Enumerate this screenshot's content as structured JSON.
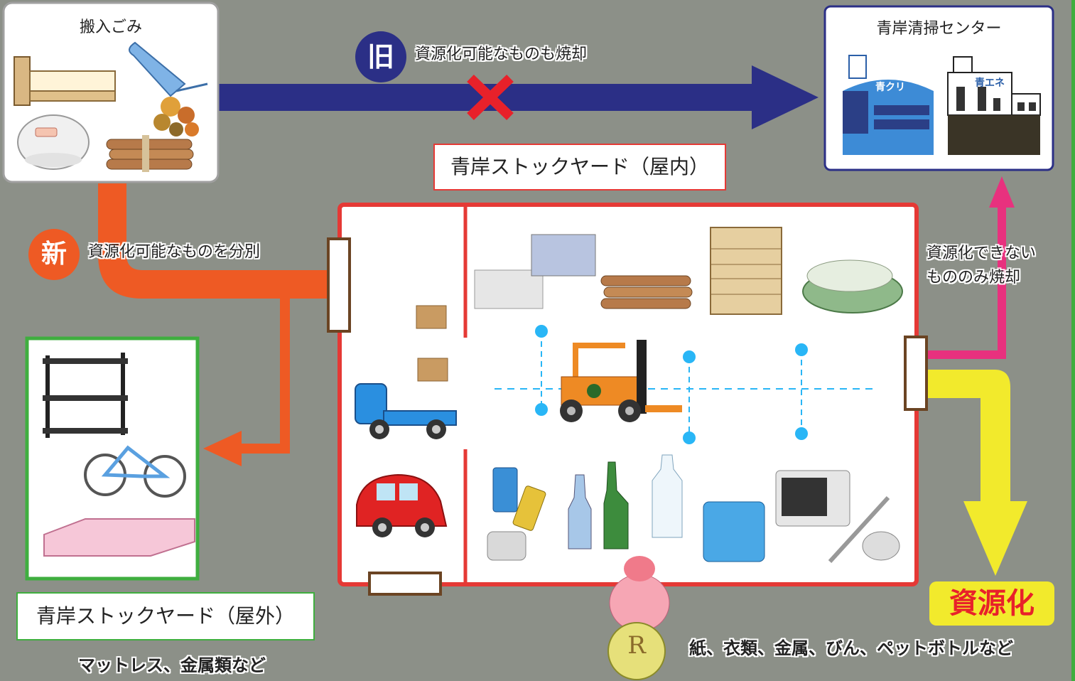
{
  "source_box": {
    "title": "搬入ごみ"
  },
  "center_box": {
    "title": "青岸清掃センター",
    "building1_label": "青クリ",
    "building2_label": "青エネ"
  },
  "old_route": {
    "badge": "旧",
    "text": "資源化可能なものも焼却"
  },
  "new_route": {
    "badge": "新",
    "text": "資源化可能なものを分別"
  },
  "indoor_yard": {
    "title": "青岸ストックヤード（屋内）"
  },
  "outdoor_yard": {
    "title": "青岸ストックヤード（屋外）",
    "caption": "マットレス、金属類など"
  },
  "incinerate_note": {
    "line1": "資源化できない",
    "line2": "もののみ焼却"
  },
  "recycle": {
    "label": "資源化",
    "caption": "紙、衣類、金属、びん、ペットボトルなど"
  },
  "mascot": {
    "badge": "R"
  },
  "colors": {
    "old_arrow": "#2b2f86",
    "new_arrow": "#ee5a24",
    "pink_arrow": "#e8317e",
    "yellow_arrow": "#f2ea2c",
    "yard_border": "#e53935",
    "outdoor_border": "#3fae3f",
    "dash_line": "#29b6f6"
  }
}
